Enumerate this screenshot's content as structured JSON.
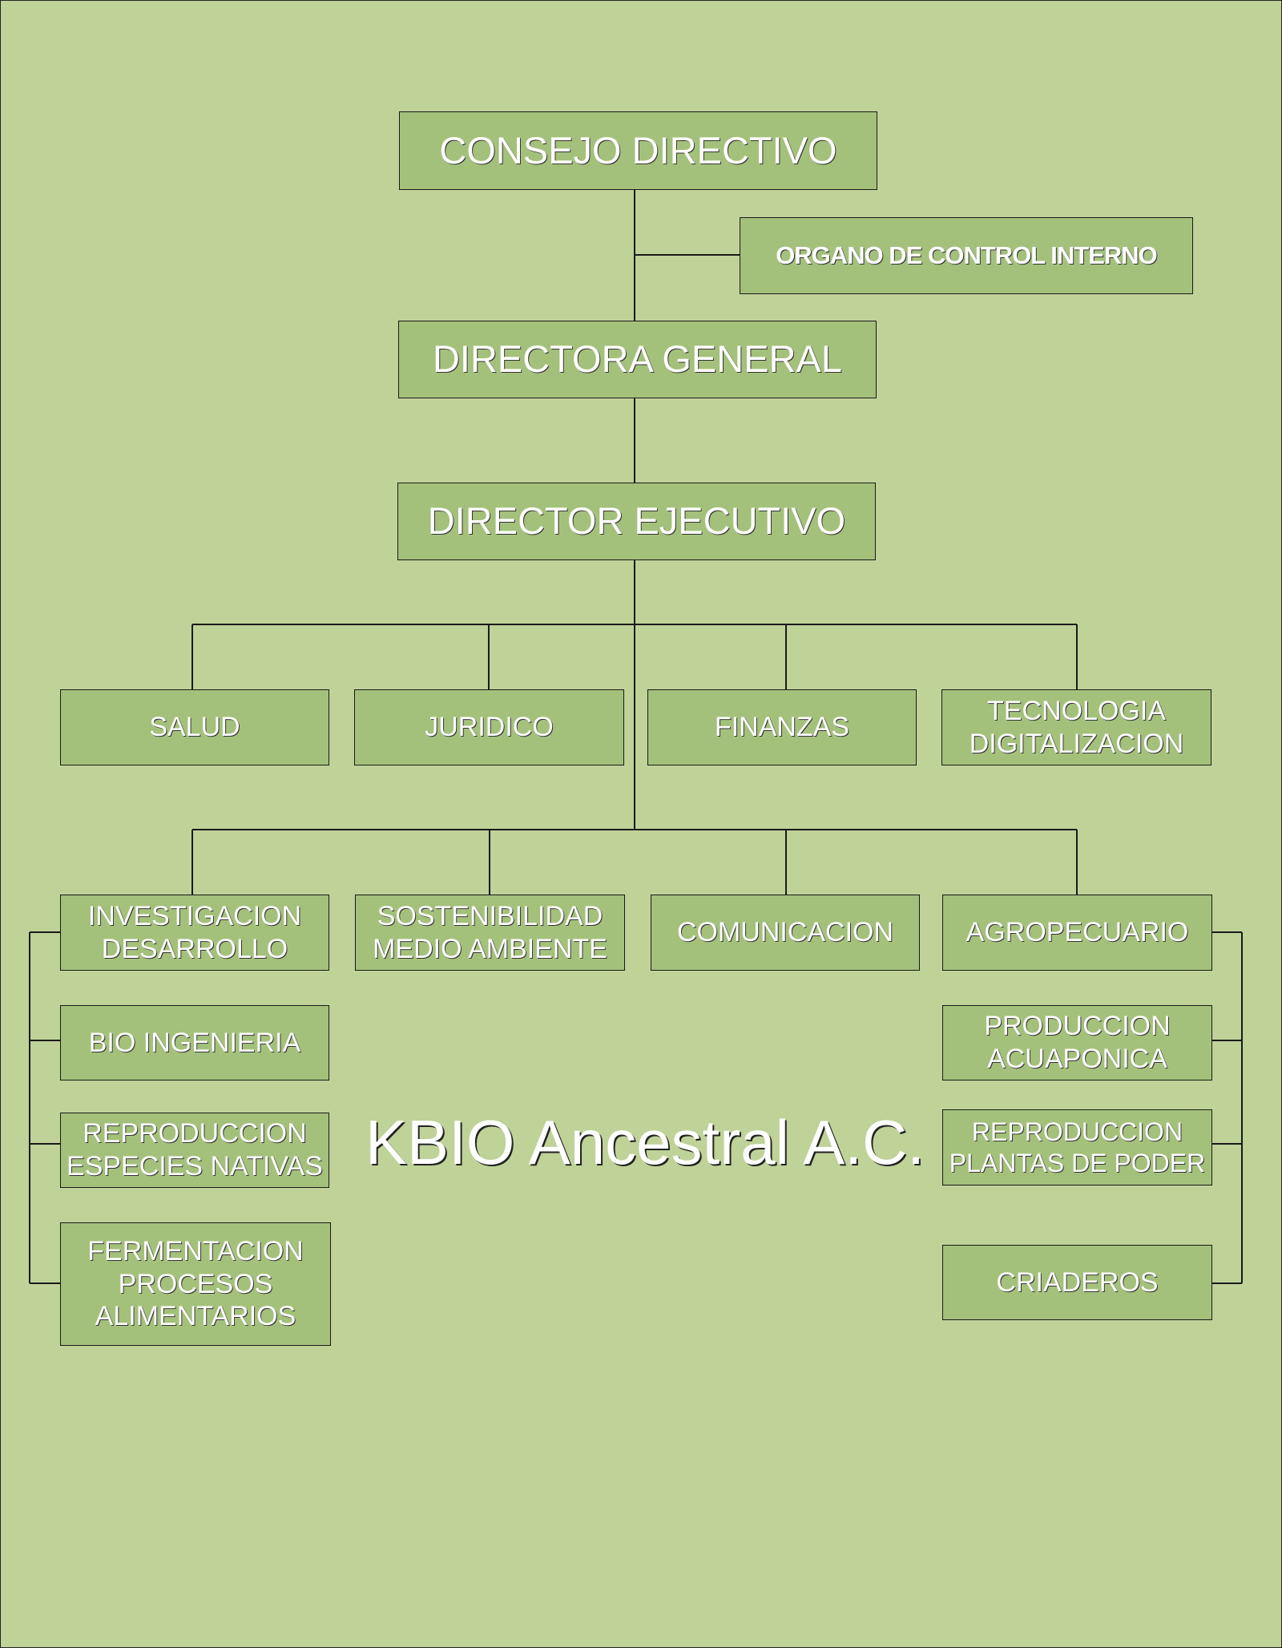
{
  "colors": {
    "background": "#bfd298",
    "box": "#a3c17b",
    "line": "#1a1a1a",
    "text": "#ffffff"
  },
  "top": {
    "consejo": "CONSEJO DIRECTIVO",
    "organo": "ORGANO DE CONTROL INTERNO",
    "directora": "DIRECTORA GENERAL",
    "director": "DIRECTOR EJECUTIVO"
  },
  "row1": [
    "SALUD",
    "JURIDICO",
    "FINANZAS",
    "TECNOLOGIA\nDIGITALIZACION"
  ],
  "row2": [
    "INVESTIGACION\nDESARROLLO",
    "SOSTENIBILIDAD\nMEDIO AMBIENTE",
    "COMUNICACION",
    "AGROPECUARIO"
  ],
  "left_column": [
    "BIO INGENIERIA",
    "REPRODUCCION\nESPECIES NATIVAS",
    "FERMENTACION\nPROCESOS\nALIMENTARIOS"
  ],
  "right_column": [
    "PRODUCCION\nACUAPONICA",
    "REPRODUCCION\nPLANTAS DE PODER",
    "CRIADEROS"
  ],
  "watermark": "KBIO Ancestral A.C."
}
